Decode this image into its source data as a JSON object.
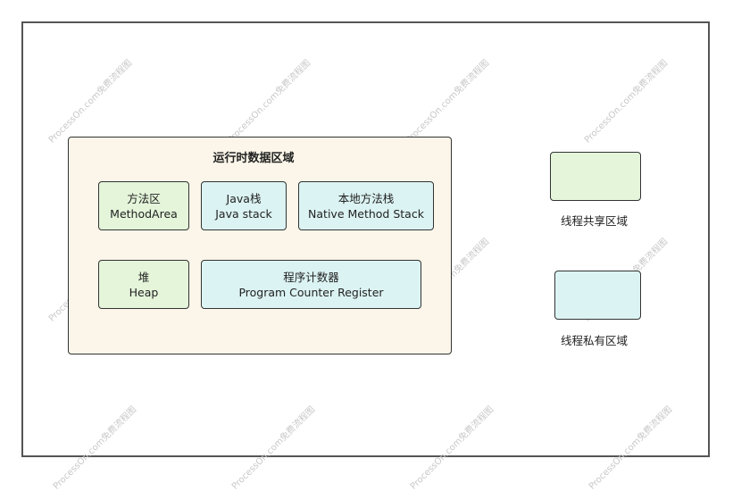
{
  "runtime_area": {
    "title": "运行时数据区域",
    "method_area": {
      "line1": "方法区",
      "line2": "MethodArea"
    },
    "java_stack": {
      "line1": "Java栈",
      "line2": "Java stack"
    },
    "native_stack": {
      "line1": "本地方法栈",
      "line2": "Native Method Stack"
    },
    "heap": {
      "line1": "堆",
      "line2": "Heap"
    },
    "pc_register": {
      "line1": "程序计数器",
      "line2": "Program Counter Register"
    }
  },
  "legend": {
    "shared": {
      "label": "线程共享区域",
      "color": "#e4f5da"
    },
    "private": {
      "label": "线程私有区域",
      "color": "#dcf3f3"
    }
  },
  "watermark": {
    "text": "ProcessOn.com免费流程图"
  }
}
